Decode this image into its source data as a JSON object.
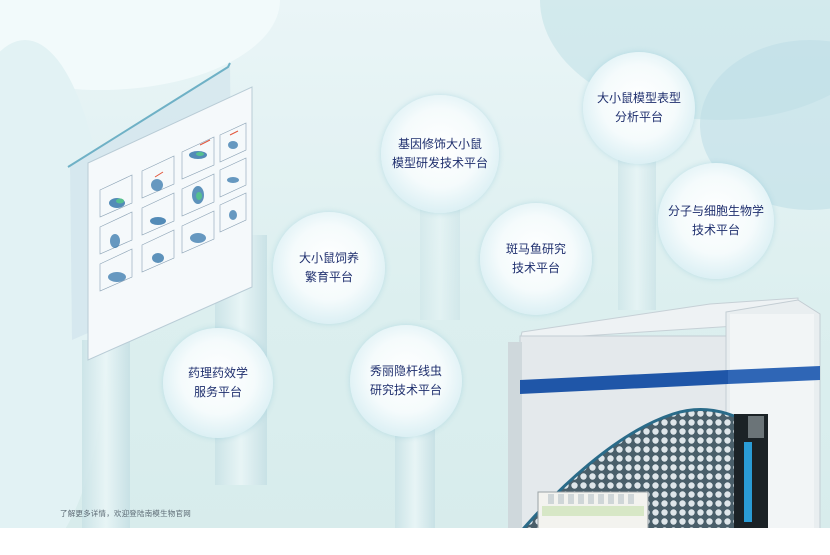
{
  "platforms": [
    {
      "id": "pharmacology",
      "label": "药理药效学\n服务平台"
    },
    {
      "id": "rodent-breeding",
      "label": "大小鼠饲养\n繁育平台"
    },
    {
      "id": "gene-editing",
      "label": "基因修饰大小鼠\n模型研发技术平台"
    },
    {
      "id": "nematode",
      "label": "秀丽隐杆线虫\n研究技术平台"
    },
    {
      "id": "zebrafish",
      "label": "斑马鱼研究\n技术平台"
    },
    {
      "id": "phenotype",
      "label": "大小鼠模型表型\n分析平台"
    },
    {
      "id": "cell-biology",
      "label": "分子与细胞生物学\n技术平台"
    }
  ],
  "footer": {
    "text": "了解更多详情，欢迎登陆南模生物官网"
  },
  "colors": {
    "accent": "#1f2f6e",
    "instrument_stripe": "#1f56a8",
    "background": "#dcefef"
  }
}
